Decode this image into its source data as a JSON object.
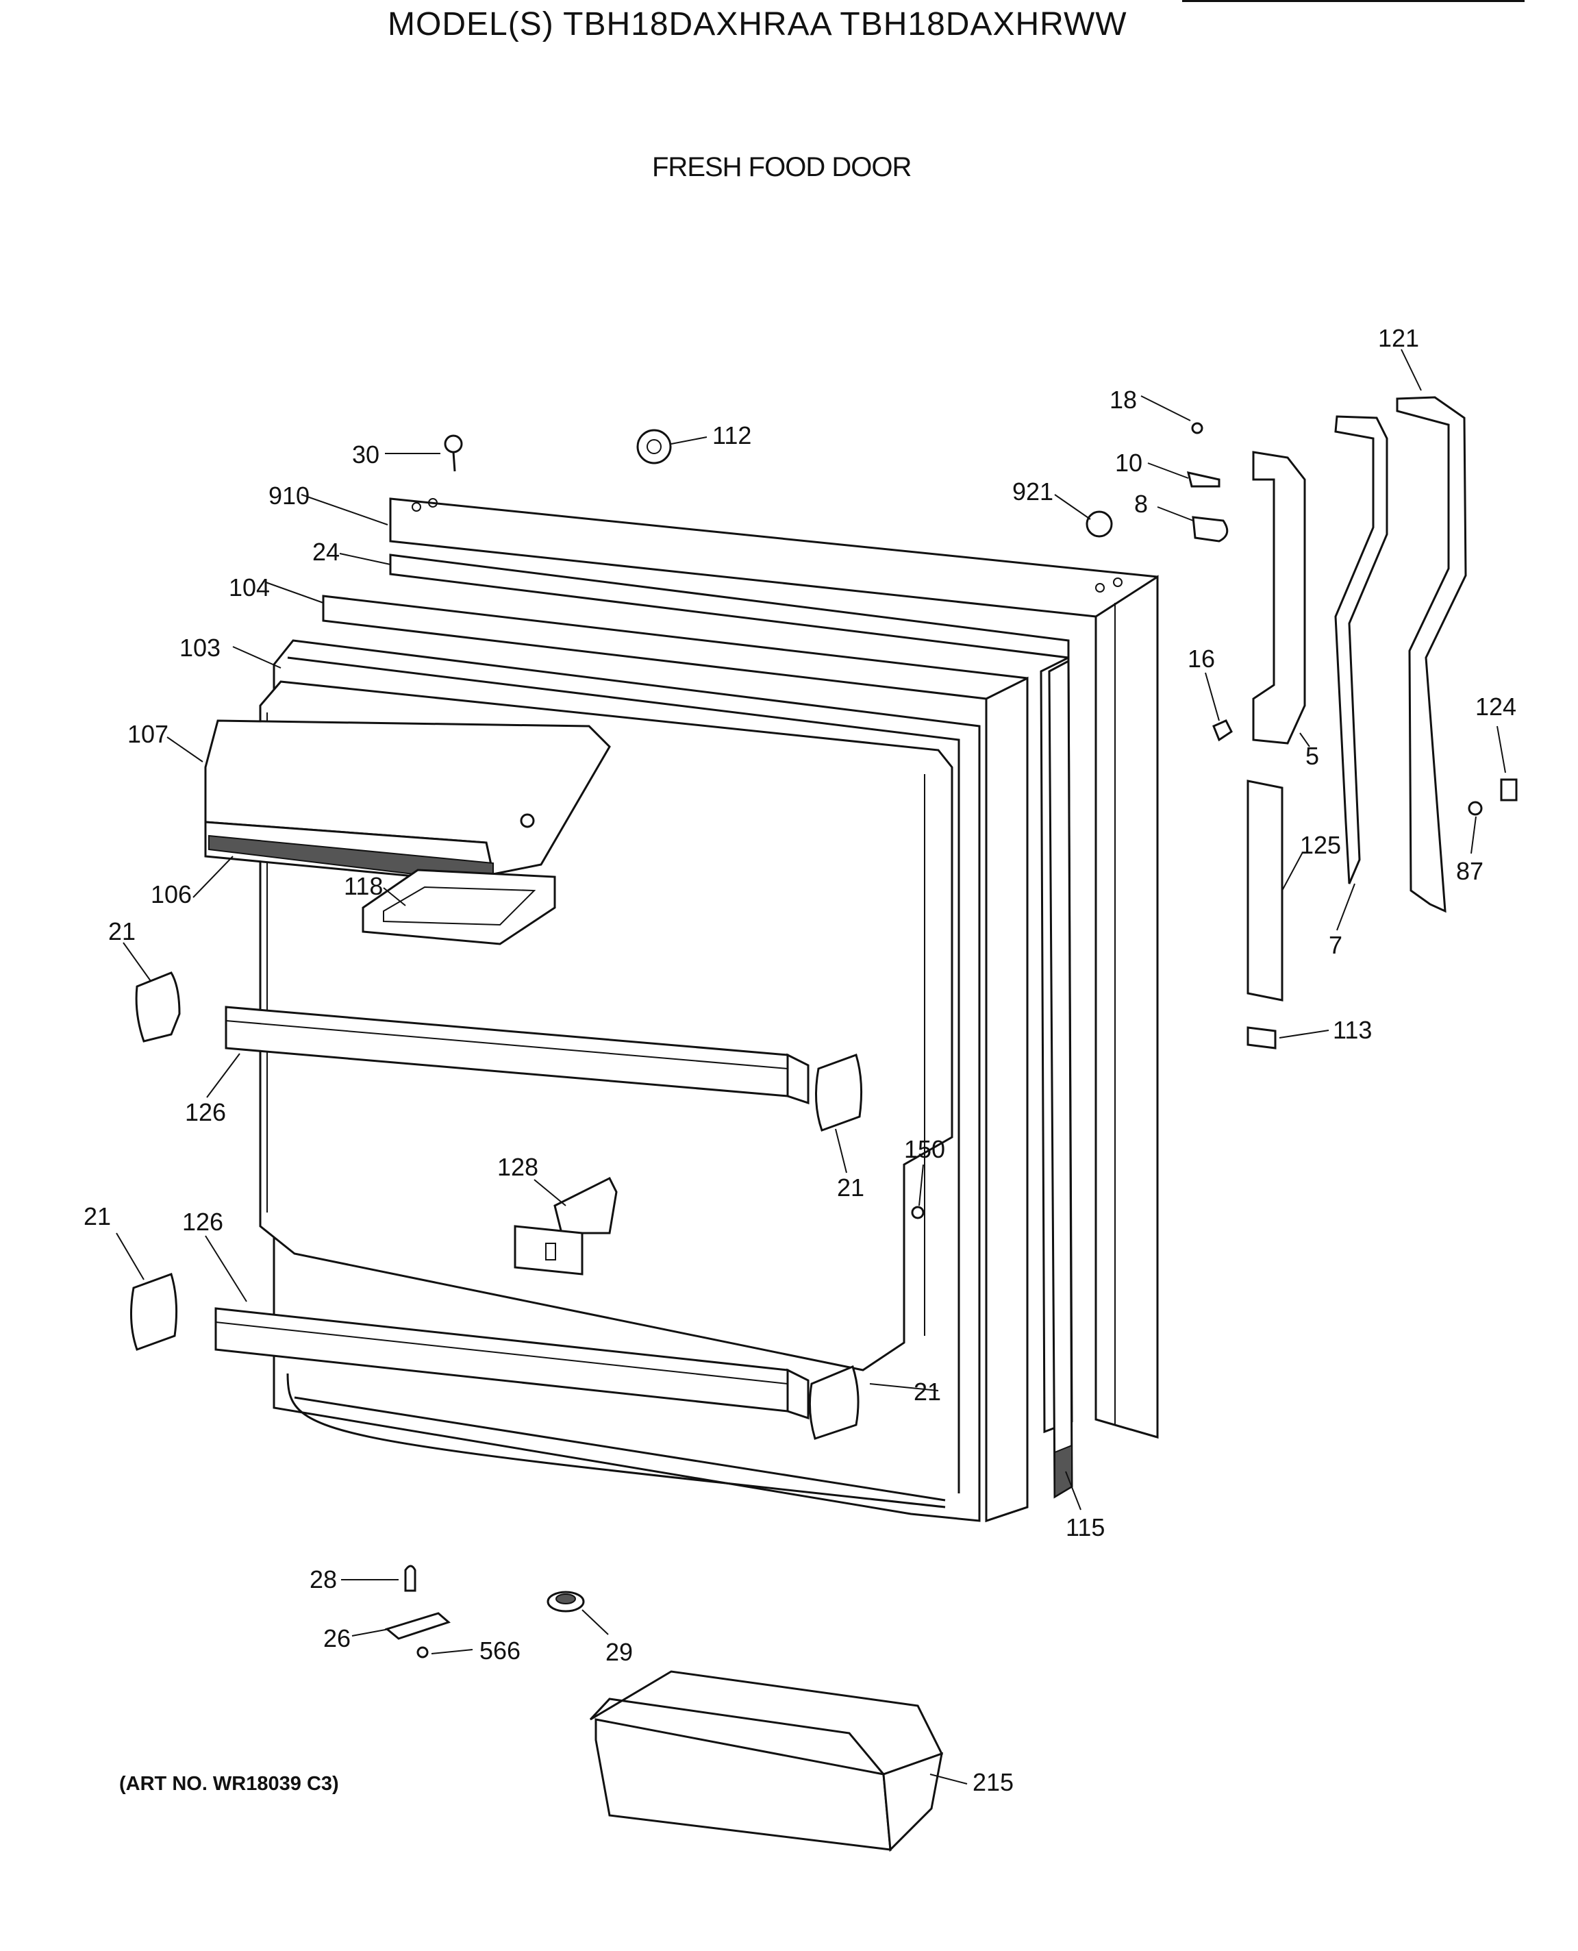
{
  "header": {
    "model_line": "MODEL(S) TBH18DAXHRAA  TBH18DAXHRWW",
    "section_title": "FRESH FOOD DOOR"
  },
  "footer": {
    "art_number": "(ART NO. WR18039 C3)"
  },
  "callouts": {
    "c121": "121",
    "c18": "18",
    "c10": "10",
    "c921": "921",
    "c8": "8",
    "c30": "30",
    "c112": "112",
    "c910": "910",
    "c24": "24",
    "c104": "104",
    "c103": "103",
    "c107": "107",
    "c106": "106",
    "c118": "118",
    "c16": "16",
    "c5": "5",
    "c124": "124",
    "c125": "125",
    "c87": "87",
    "c7": "7",
    "c113": "113",
    "c21a": "21",
    "c126a": "126",
    "c150": "150",
    "c128": "128",
    "c21b": "21",
    "c21c": "21",
    "c126b": "126",
    "c21d": "21",
    "c115": "115",
    "c28": "28",
    "c26": "26",
    "c566": "566",
    "c29": "29",
    "c215": "215"
  }
}
